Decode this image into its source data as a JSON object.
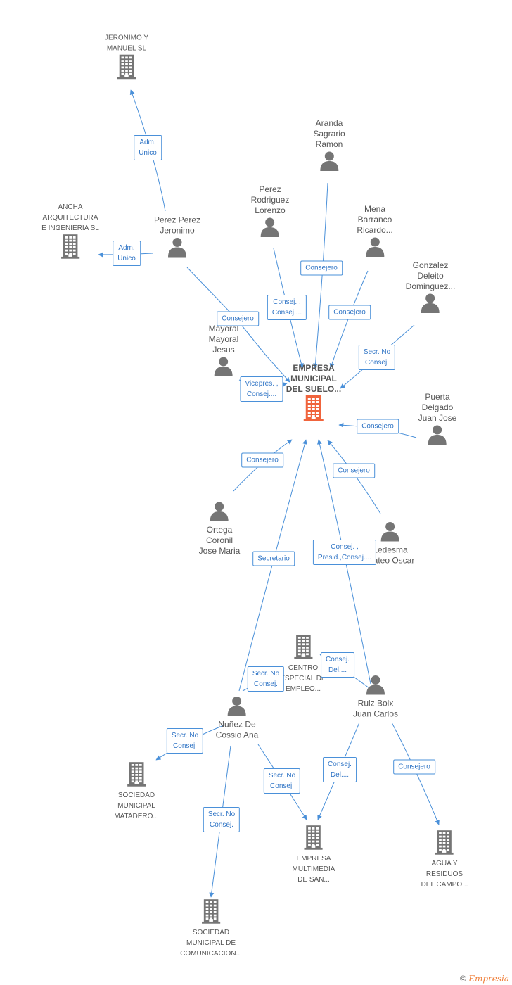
{
  "nodes": [
    {
      "id": "main",
      "type": "company",
      "main": true,
      "label": "EMPRESA\nMUNICIPAL\nDEL SUELO..."
    },
    {
      "id": "jeronimo_manuel",
      "type": "company",
      "label": "JERONIMO Y\nMANUEL SL"
    },
    {
      "id": "ancha",
      "type": "company",
      "label": "ANCHA\nARQUITECTURA\nE INGENIERIA SL"
    },
    {
      "id": "perez_perez",
      "type": "person",
      "label": "Perez Perez\nJeronimo"
    },
    {
      "id": "aranda",
      "type": "person",
      "label": "Aranda\nSagrario\nRamon"
    },
    {
      "id": "perez_rodriguez",
      "type": "person",
      "label": "Perez\nRodriguez\nLorenzo"
    },
    {
      "id": "mena",
      "type": "person",
      "label": "Mena\nBarranco\nRicardo..."
    },
    {
      "id": "gonzalez",
      "type": "person",
      "label": "Gonzalez\nDeleito\nDominguez..."
    },
    {
      "id": "mayoral",
      "type": "person",
      "label": "Mayoral\nMayoral\nJesus"
    },
    {
      "id": "puerta",
      "type": "person",
      "label": "Puerta\nDelgado\nJuan Jose"
    },
    {
      "id": "ortega",
      "type": "person",
      "label": "Ortega\nCoronil\nJose Maria"
    },
    {
      "id": "ledesma",
      "type": "person",
      "label": "Ledesma\nMateo Oscar"
    },
    {
      "id": "centro",
      "type": "company",
      "label": "CENTRO\nESPECIAL DE\nEMPLEO..."
    },
    {
      "id": "nunez",
      "type": "person",
      "label": "Nuñez De\nCossio Ana"
    },
    {
      "id": "ruiz",
      "type": "person",
      "label": "Ruiz Boix\nJuan Carlos"
    },
    {
      "id": "matadero",
      "type": "company",
      "label": "SOCIEDAD\nMUNICIPAL\nMATADERO..."
    },
    {
      "id": "multimedia",
      "type": "company",
      "label": "EMPRESA\nMULTIMEDIA\nDE SAN..."
    },
    {
      "id": "agua",
      "type": "company",
      "label": "AGUA Y\nRESIDUOS\nDEL CAMPO..."
    },
    {
      "id": "comunicacion",
      "type": "company",
      "label": "SOCIEDAD\nMUNICIPAL DE\nCOMUNICACION..."
    }
  ],
  "edges": [
    {
      "from": "perez_perez",
      "to": "jeronimo_manuel",
      "label": "Adm.\nUnico"
    },
    {
      "from": "perez_perez",
      "to": "ancha",
      "label": "Adm.\nUnico"
    },
    {
      "from": "perez_perez",
      "to": "main",
      "label": "Consejero"
    },
    {
      "from": "aranda",
      "to": "main",
      "label": "Consejero"
    },
    {
      "from": "perez_rodriguez",
      "to": "main",
      "label": "Consej. ,\nConsej...."
    },
    {
      "from": "mena",
      "to": "main",
      "label": "Consejero"
    },
    {
      "from": "gonzalez",
      "to": "main",
      "label": "Secr. No\nConsej."
    },
    {
      "from": "mayoral",
      "to": "main",
      "label": "Vicepres. ,\nConsej...."
    },
    {
      "from": "puerta",
      "to": "main",
      "label": "Consejero"
    },
    {
      "from": "ortega",
      "to": "main",
      "label": "Consejero"
    },
    {
      "from": "ledesma",
      "to": "main",
      "label": "Consejero"
    },
    {
      "from": "nunez",
      "to": "main",
      "label": "Secretario"
    },
    {
      "from": "ruiz",
      "to": "main",
      "label": "Consej. ,\nPresid.,Consej...."
    },
    {
      "from": "nunez",
      "to": "centro",
      "label": "Secr. No\nConsej."
    },
    {
      "from": "ruiz",
      "to": "centro",
      "label": "Consej.\nDel...."
    },
    {
      "from": "nunez",
      "to": "matadero",
      "label": "Secr. No\nConsej."
    },
    {
      "from": "nunez",
      "to": "multimedia",
      "label": "Secr. No\nConsej."
    },
    {
      "from": "ruiz",
      "to": "multimedia",
      "label": "Consej.\nDel...."
    },
    {
      "from": "ruiz",
      "to": "agua",
      "label": "Consejero"
    },
    {
      "from": "nunez",
      "to": "comunicacion",
      "label": "Secr. No\nConsej."
    }
  ],
  "colors": {
    "edge": "#4a90d9",
    "icon": "#757575",
    "main_icon": "#f0643c",
    "label_text": "#2f74c5"
  },
  "footer": {
    "copyright": "©",
    "brand": "Empresia"
  }
}
